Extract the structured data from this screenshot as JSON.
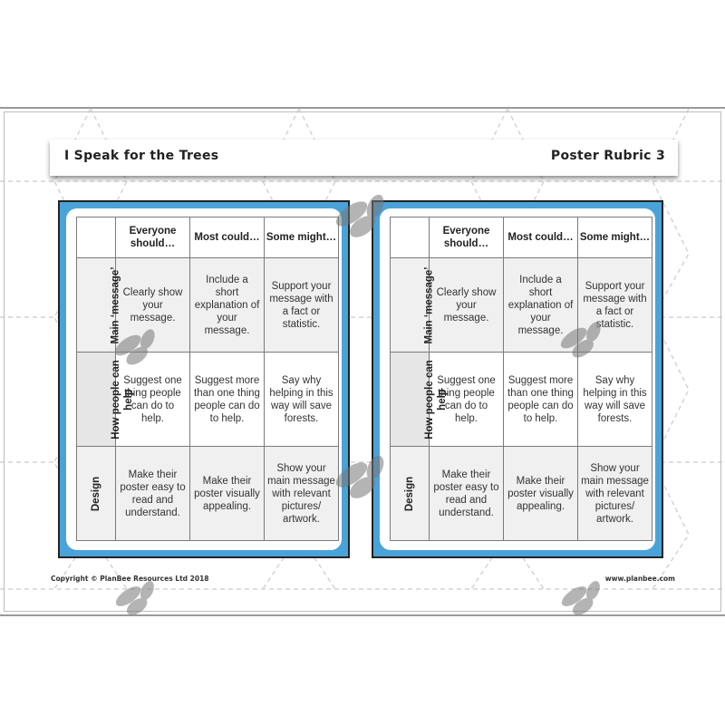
{
  "header": {
    "title": "I Speak for the Trees",
    "subtitle": "Poster Rubric 3"
  },
  "rubric": {
    "columns": [
      "Everyone should…",
      "Most could…",
      "Some might…"
    ],
    "rows": [
      {
        "label": "Main ‘message’",
        "cells": [
          "Clearly show your message.",
          "Include a short explanation of your message.",
          "Support your message with a fact or statistic."
        ]
      },
      {
        "label": "How people can help",
        "cells": [
          "Suggest one thing people can do to help.",
          "Suggest more than one thing people can do to help.",
          "Say why helping in this way will save forests."
        ]
      },
      {
        "label": "Design",
        "cells": [
          "Make their poster easy to read and understand.",
          "Make their poster visually appealing.",
          "Show your main message with relevant pictures/ artwork."
        ]
      }
    ]
  },
  "footer": {
    "copyright": "Copyright © PlanBee Resources Ltd 2018",
    "website": "www.planbee.com"
  },
  "colors": {
    "card_blue": "#4aa3d8",
    "row_shade": "#f0f0f0"
  }
}
